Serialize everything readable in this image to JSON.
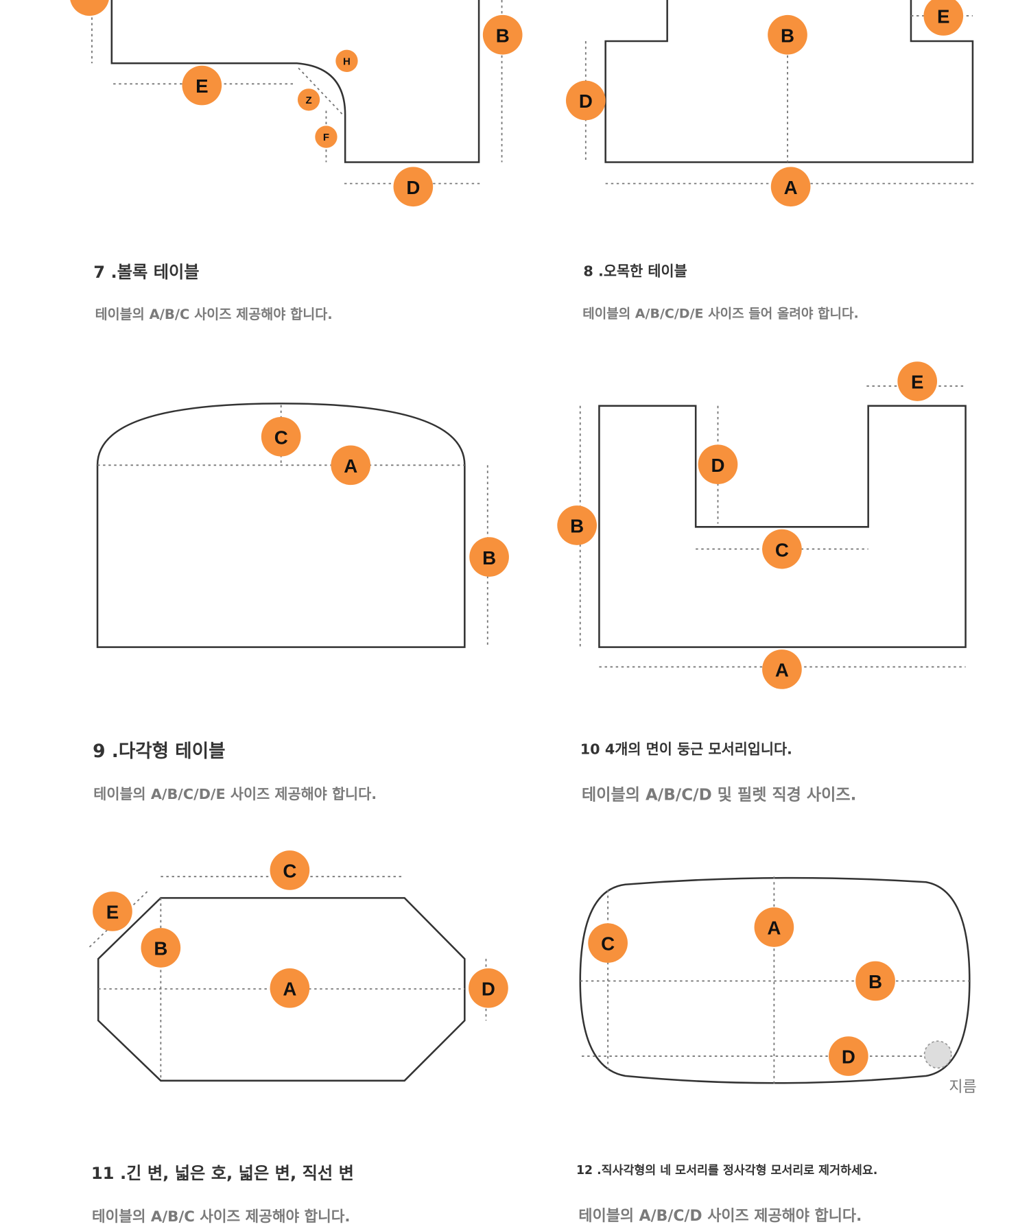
{
  "colors": {
    "badge": "#f7913c",
    "line": "#333333",
    "subtitle": "#7a7a7a"
  },
  "figures": {
    "fig6": {
      "labels": [
        "",
        "E",
        "H",
        "Z",
        "F",
        "B",
        "D"
      ]
    },
    "fig8": {
      "labels": [
        "B",
        "D",
        "E",
        "A"
      ]
    },
    "fig7": {
      "labels": [
        "C",
        "A",
        "B"
      ]
    },
    "fig10": {
      "labels": [
        "B",
        "D",
        "E",
        "C",
        "A"
      ]
    },
    "fig11": {
      "labels": [
        "C",
        "E",
        "B",
        "A",
        "D"
      ]
    },
    "fig12": {
      "labels": [
        "C",
        "A",
        "B",
        "D"
      ],
      "fillet_note": "지름"
    }
  },
  "sections": [
    {
      "title": "7 .볼록 테이블",
      "subtitle": "테이블의 A/B/C 사이즈 제공해야 합니다."
    },
    {
      "title": "8 .오목한 테이블",
      "subtitle": "테이블의 A/B/C/D/E 사이즈 들어 올려야 합니다."
    },
    {
      "title": "9 .다각형 테이블",
      "subtitle": "테이블의 A/B/C/D/E 사이즈 제공해야 합니다."
    },
    {
      "title": "10 4개의 면이 둥근 모서리입니다.",
      "subtitle": "테이블의 A/B/C/D 및 필렛 직경 사이즈."
    },
    {
      "title": "11 .긴 변, 넓은 호, 넓은 변, 직선 변",
      "subtitle": "테이블의 A/B/C 사이즈 제공해야 합니다."
    },
    {
      "title": "12 .직사각형의 네 모서리를 정사각형 모서리로 제거하세요.",
      "subtitle": "테이블의 A/B/C/D 사이즈 제공해야 합니다."
    }
  ]
}
